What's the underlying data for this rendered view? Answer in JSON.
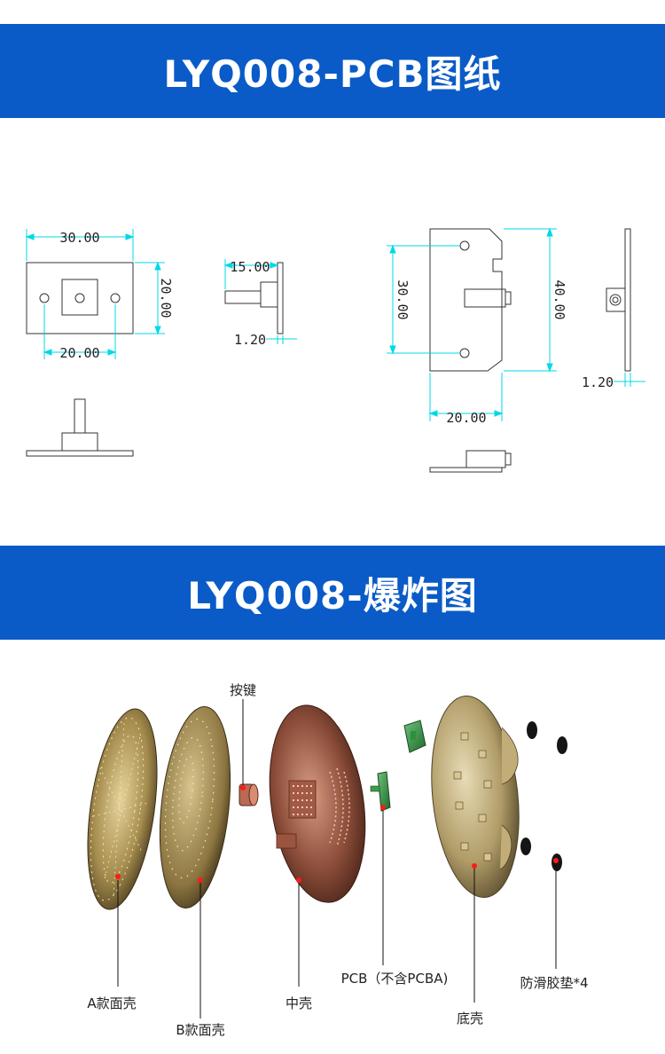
{
  "sections": {
    "pcb_title": "LYQ008-PCB图纸",
    "explode_title": "LYQ008-爆炸图"
  },
  "dimensions": {
    "left_width": "30.00",
    "left_height": "20.00",
    "left_hole_spacing": "20.00",
    "side_length": "15.00",
    "side_thickness": "1.20",
    "right_hole_spacing": "30.00",
    "right_height": "40.00",
    "right_width": "20.00",
    "right_thickness": "1.20"
  },
  "parts": {
    "button": "按键",
    "shell_a": "A款面壳",
    "shell_b": "B款面壳",
    "middle": "中壳",
    "pcb": "PCB（不含PCBA)",
    "bottom": "底壳",
    "pads": "防滑胶垫*4"
  },
  "colors": {
    "banner": "#0a5bc7",
    "dimension_line": "#00d8e8",
    "callout_dot": "#ff1a1a"
  }
}
